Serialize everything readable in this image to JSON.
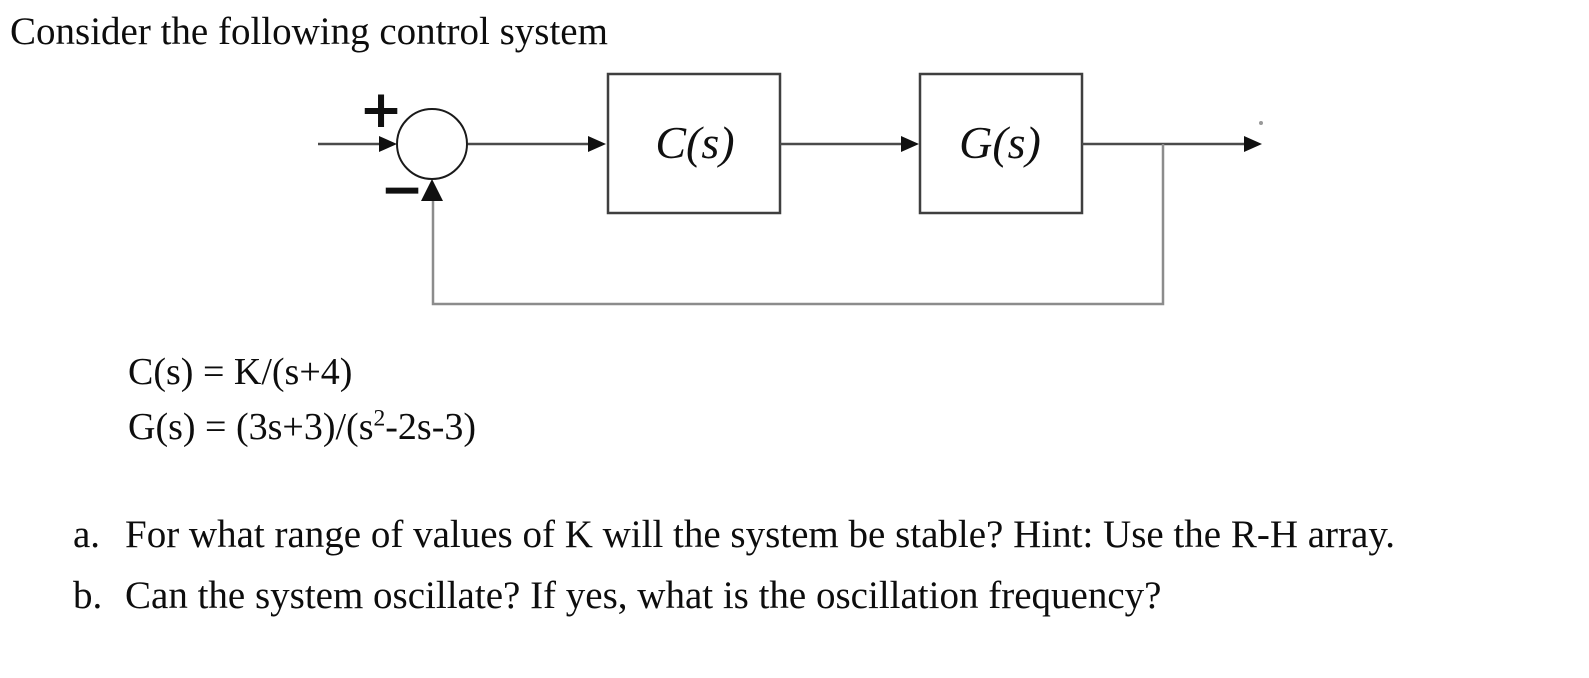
{
  "title": "Consider the following control system",
  "diagram": {
    "summing": {
      "plus": "+",
      "minus": "−"
    },
    "controller_label": "C(s)",
    "plant_label": "G(s)"
  },
  "equations": {
    "controller": "C(s) = K/(s+4)",
    "plant_pre": "G(s) = (3s+3)/(s",
    "plant_sup": "2",
    "plant_post": "-2s-3)"
  },
  "questions": [
    {
      "label": "a.",
      "text": "For what range of values of K will the system be stable? Hint: Use the R-H array."
    },
    {
      "label": "b.",
      "text": "Can the system oscillate? If yes, what is the oscillation frequency?"
    }
  ],
  "colors": {
    "background": "#ffffff",
    "text": "#0d0d0d",
    "block_border": "#3f3f3f",
    "signal_line": "#4a4a4a",
    "feedback_line": "#8c8c8c",
    "arrowhead": "#101010"
  }
}
